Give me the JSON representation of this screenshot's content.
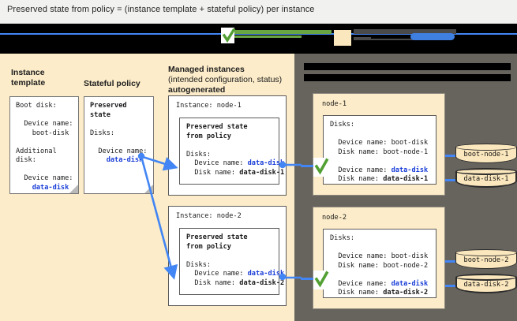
{
  "caption": {
    "text": "Preserved state from policy = (instance template + stateful policy) per instance"
  },
  "colors": {
    "panel_left_bg": "#fcecc9",
    "panel_right_bg": "#67645e",
    "accent_blue": "#1a3ed8",
    "connector_blue": "#4285f4",
    "check_green": "#52a033",
    "redaction": "#000000"
  },
  "headings": {
    "instance_template": {
      "line1": "Instance",
      "line2": "template"
    },
    "stateful_policy": {
      "line1": "Stateful policy"
    },
    "managed_instances": {
      "line1": "Managed instances",
      "line2": "(intended configuration, status)",
      "line3": "autogenerated"
    }
  },
  "instance_template_doc": {
    "lines": [
      "Boot disk:",
      "",
      "  Device name:",
      "    boot-disk",
      "",
      "Additional",
      "disk:",
      "",
      "  Device name:",
      "    data-disk"
    ],
    "boot_device_name": "boot-disk",
    "additional_device_name": "data-disk"
  },
  "stateful_policy_doc": {
    "title_line1": "Preserved",
    "title_line2": "state",
    "disks_label": "Disks:",
    "device_name_label": "  Device name:",
    "device_name_value": "    data-disk"
  },
  "managed_instances": [
    {
      "title": "Instance: node-1",
      "inner_title_line1": "Preserved state",
      "inner_title_line2": "from policy",
      "disks_label": "Disks:",
      "device_name_label": "  Device name: ",
      "device_name_value": "data-disk",
      "disk_name_label": "  Disk name: ",
      "disk_name_value": "data-disk-1"
    },
    {
      "title": "Instance: node-2",
      "inner_title_line1": "Preserved state",
      "inner_title_line2": "from policy",
      "disks_label": "Disks:",
      "device_name_label": "  Device name: ",
      "device_name_value": "data-disk",
      "disk_name_label": "  Disk name: ",
      "disk_name_value": "data-disk-2"
    }
  ],
  "nodes": [
    {
      "title": "node-1",
      "disks_label": "Disks:",
      "boot_device_label": "  Device name: ",
      "boot_device_value": "boot-disk",
      "boot_disk_label": "  Disk name: ",
      "boot_disk_value": "boot-node-1",
      "data_device_label": "  Device name: ",
      "data_device_value": "data-disk",
      "data_disk_label": "  Disk name: ",
      "data_disk_value": "data-disk-1",
      "status_icon": "green-check-icon"
    },
    {
      "title": "node-2",
      "disks_label": "Disks:",
      "boot_device_label": "  Device name: ",
      "boot_device_value": "boot-disk",
      "boot_disk_label": "  Disk name: ",
      "boot_disk_value": "boot-node-2",
      "data_device_label": "  Device name: ",
      "data_device_value": "data-disk",
      "data_disk_label": "  Disk name: ",
      "data_disk_value": "data-disk-2",
      "status_icon": "green-check-icon"
    }
  ],
  "disk_cylinders": [
    {
      "label": "boot-node-1",
      "emphasis": false
    },
    {
      "label": "data-disk-1",
      "emphasis": true
    },
    {
      "label": "boot-node-2",
      "emphasis": false
    },
    {
      "label": "data-disk-2",
      "emphasis": true
    }
  ]
}
